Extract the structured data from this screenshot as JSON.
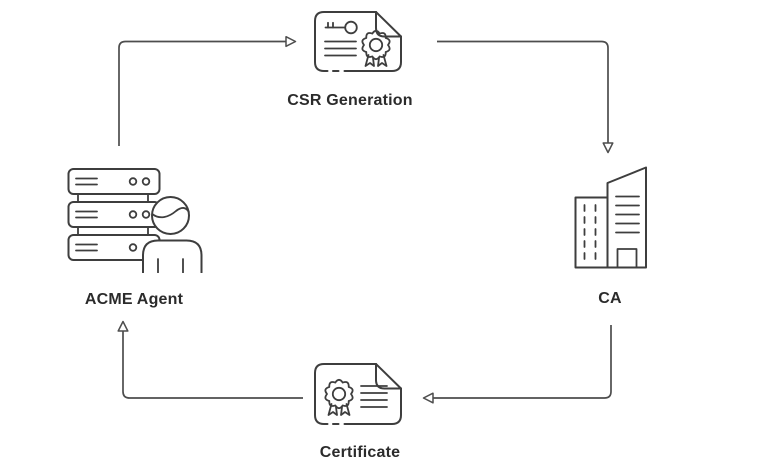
{
  "diagram": {
    "nodes": [
      {
        "id": "csr-generation",
        "label": "CSR Generation",
        "icon": "csr-document-icon"
      },
      {
        "id": "ca",
        "label": "CA",
        "icon": "ca-building-icon"
      },
      {
        "id": "certificate",
        "label": "Certificate",
        "icon": "certificate-document-icon"
      },
      {
        "id": "acme-agent",
        "label": "ACME Agent",
        "icon": "server-rack-user-icon"
      }
    ],
    "edges": [
      {
        "from": "ACME Agent",
        "to": "CSR Generation"
      },
      {
        "from": "CSR Generation",
        "to": "CA"
      },
      {
        "from": "CA",
        "to": "Certificate"
      },
      {
        "from": "Certificate",
        "to": "ACME Agent"
      }
    ]
  },
  "colors": {
    "background": "#ffffff",
    "icon_stroke": "#3e3e3e",
    "arrow_stroke": "#4d4d4d",
    "label_text": "#2b2b2b"
  }
}
